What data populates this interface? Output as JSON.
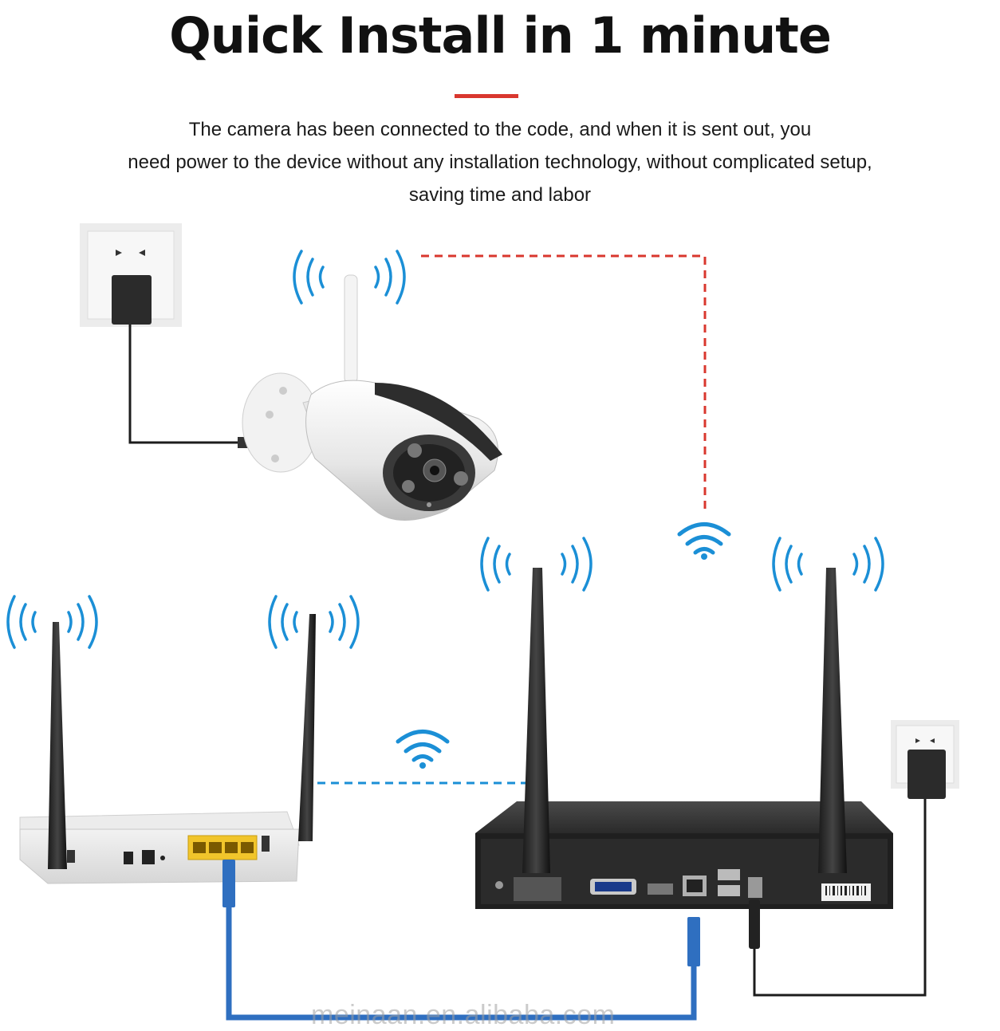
{
  "header": {
    "title": "Quick Install in 1 minute",
    "subtitle_lines": [
      "The camera has been connected to the code, and when it is sent out, you",
      "need power to the device without any installation technology, without complicated setup,",
      "saving time and labor"
    ]
  },
  "colors": {
    "accent": "#d9372e",
    "wifi_blue": "#1b8fd6",
    "ethernet_blue": "#2f6fc0",
    "dashed_red": "#d9372e",
    "dashed_blue": "#1b8fd6"
  },
  "devices": [
    "power-outlet",
    "ip-camera",
    "wifi-router",
    "nvr-recorder",
    "power-adapter"
  ],
  "watermark": "meinaan.en.alibaba.com"
}
